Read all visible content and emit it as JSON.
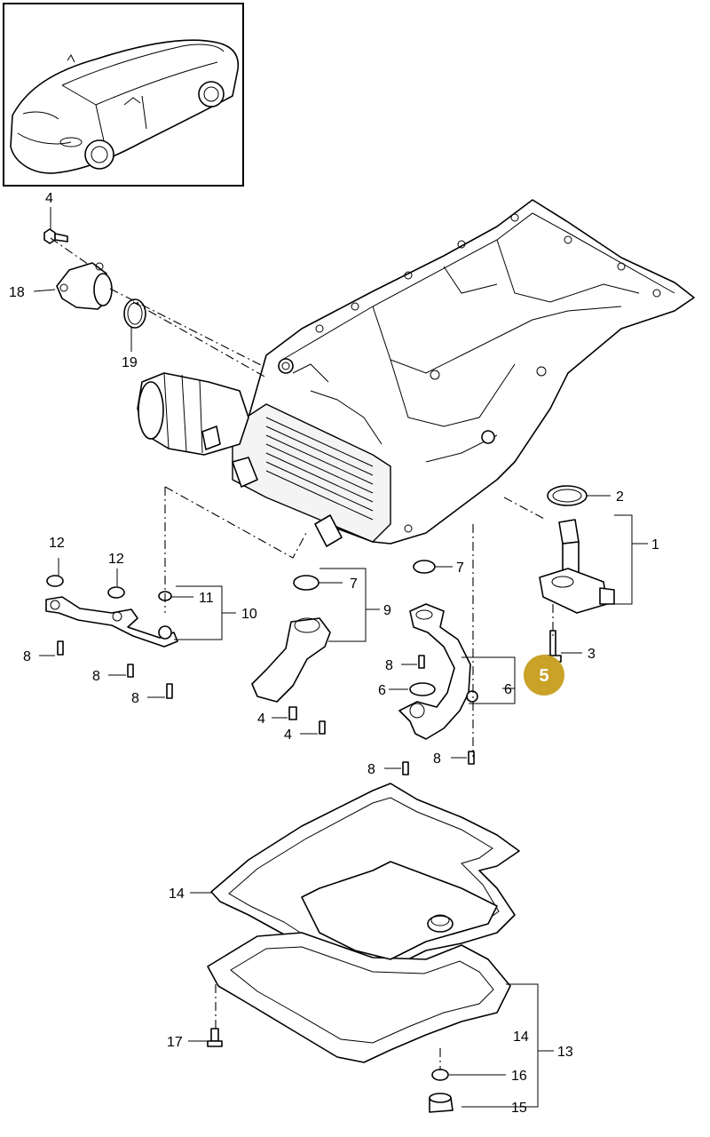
{
  "callouts": {
    "c1": "1",
    "c2": "2",
    "c3": "3",
    "c4a": "4",
    "c4b": "4",
    "c4c": "4",
    "c6a": "6",
    "c6b": "6",
    "c7a": "7",
    "c7b": "7",
    "c8a": "8",
    "c8b": "8",
    "c8c": "8",
    "c8d": "8",
    "c8e": "8",
    "c8f": "8",
    "c9": "9",
    "c10": "10",
    "c11": "11",
    "c12a": "12",
    "c12b": "12",
    "c13": "13",
    "c14a": "14",
    "c14b": "14",
    "c15": "15",
    "c16": "16",
    "c17": "17",
    "c18": "18",
    "c19": "19"
  },
  "highlight": {
    "label": "5",
    "color": "#c9a227"
  }
}
